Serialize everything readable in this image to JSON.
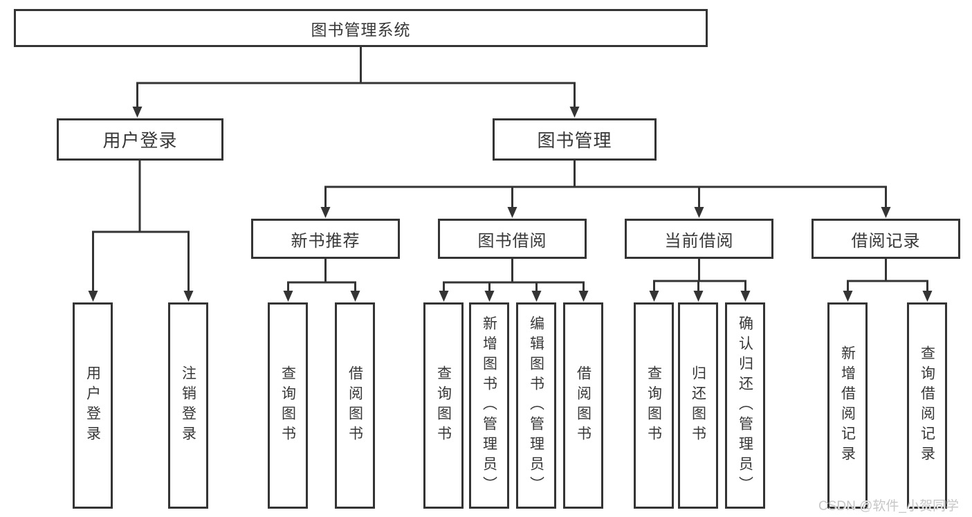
{
  "diagram_type": "hierarchy-tree",
  "tree": {
    "label": "图书管理系统",
    "children": [
      {
        "label": "用户登录",
        "children": [
          {
            "label": "用户登录"
          },
          {
            "label": "注销登录"
          }
        ]
      },
      {
        "label": "图书管理",
        "children": [
          {
            "label": "新书推荐",
            "children": [
              {
                "label": "查询图书"
              },
              {
                "label": "借阅图书"
              }
            ]
          },
          {
            "label": "图书借阅",
            "children": [
              {
                "label": "查询图书"
              },
              {
                "label": "新增图书（管理员）"
              },
              {
                "label": "编辑图书（管理员）"
              },
              {
                "label": "借阅图书"
              }
            ]
          },
          {
            "label": "当前借阅",
            "children": [
              {
                "label": "查询图书"
              },
              {
                "label": "归还图书"
              },
              {
                "label": "确认归还（管理员）"
              }
            ]
          },
          {
            "label": "借阅记录",
            "children": [
              {
                "label": "新增借阅记录"
              },
              {
                "label": "查询借阅记录"
              }
            ]
          }
        ]
      }
    ]
  },
  "watermark": {
    "text": "CSDN @软件_小贺同学"
  },
  "colors": {
    "line": "#343434",
    "text": "#373737",
    "background": "#ffffff",
    "watermark": "#c7c7c7"
  }
}
